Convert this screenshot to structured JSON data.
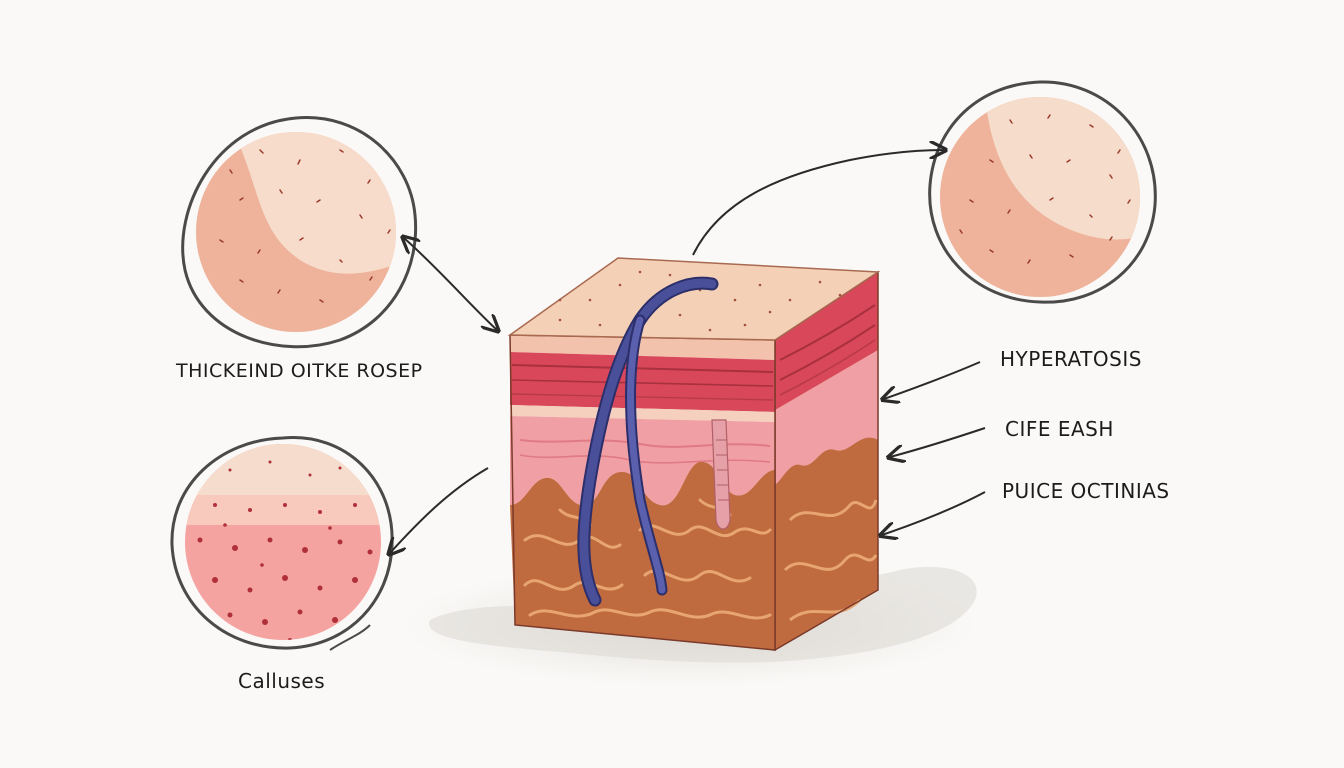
{
  "labels": {
    "thickened_left": "THICKEIND OITKE ROSEP",
    "calluses": "Calluses",
    "hyperkeratosis": "HYPERATOSIS",
    "cife_eash": "CIFE EASH",
    "puice_octinias": "PUICE OCTINIAS"
  },
  "colors": {
    "background": "#faf9f7",
    "skin_light": "#f6d6c2",
    "skin_mid": "#eeb39a",
    "epidermis_red": "#d9485a",
    "dermis_pink": "#f0a0a4",
    "subcutis_brown": "#c06a40",
    "vessel_blue": "#4a4f9a",
    "outline": "#3a3a3a"
  }
}
